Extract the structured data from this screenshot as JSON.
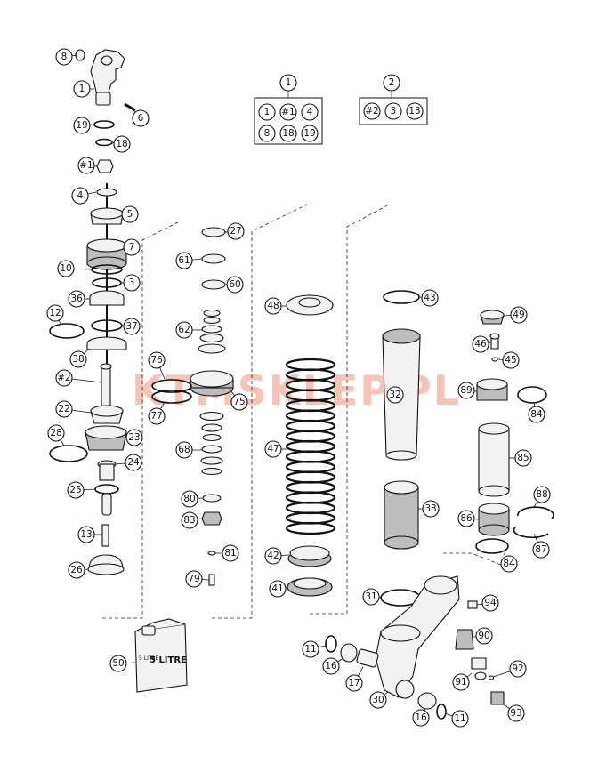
{
  "diagram": {
    "callouts": {
      "c8": "8",
      "c1": "1",
      "c6": "6",
      "c19": "19",
      "c18": "18",
      "c_h1": "#1",
      "c4": "4",
      "c5": "5",
      "c7": "7",
      "c10": "10",
      "c3": "3",
      "c36": "36",
      "c12": "12",
      "c37": "37",
      "c38": "38",
      "c_h2": "#2",
      "c22": "22",
      "c28": "28",
      "c23": "23",
      "c24": "24",
      "c25": "25",
      "c13": "13",
      "c26": "26",
      "c76": "76",
      "c77": "77",
      "c27": "27",
      "c61": "61",
      "c60": "60",
      "c62": "62",
      "c75": "75",
      "c68": "68",
      "c80": "80",
      "c83": "83",
      "c81": "81",
      "c79": "79",
      "c48": "48",
      "c47": "47",
      "c42": "42",
      "c41": "41",
      "c43": "43",
      "c32": "32",
      "c33": "33",
      "c31": "31",
      "c49": "49",
      "c46": "46",
      "c45": "45",
      "c89": "89",
      "c84a": "84",
      "c85": "85",
      "c88": "88",
      "c86": "86",
      "c87": "87",
      "c84b": "84",
      "c94": "94",
      "c90": "90",
      "c92": "92",
      "c91": "91",
      "c93": "93",
      "c11a": "11",
      "c16a": "16",
      "c17": "17",
      "c30": "30",
      "c16b": "16",
      "c11b": "11",
      "c50": "50"
    },
    "kit1": {
      "header": "1",
      "items": [
        "1",
        "#1",
        "4",
        "8",
        "18",
        "19"
      ]
    },
    "kit2": {
      "header": "2",
      "items": [
        "#2",
        "3",
        "13"
      ]
    },
    "oil_can": {
      "label": "5 LITRE",
      "small_label": "5 LITRE"
    },
    "watermark": "KTMSKLEP.PL"
  }
}
